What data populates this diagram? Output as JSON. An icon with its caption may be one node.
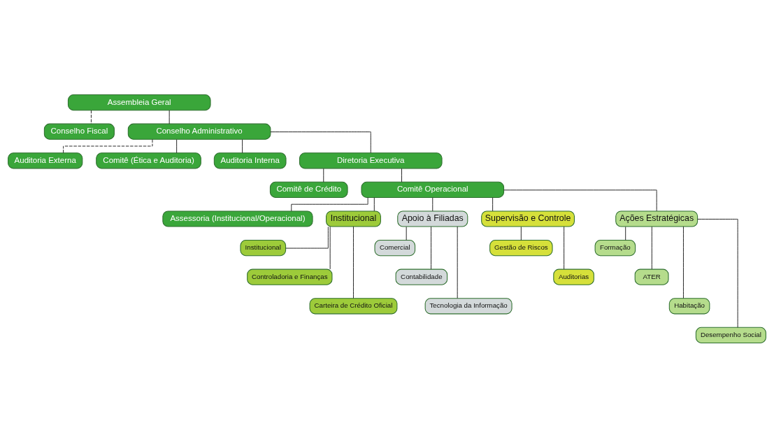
{
  "diagram": {
    "nodes": [
      {
        "text": [
          "Assembleia Geral"
        ]
      },
      {
        "text": [
          "Conselho Fiscal"
        ]
      },
      {
        "text": [
          "Conselho Administrativo"
        ]
      },
      {
        "text": [
          "Auditoria Externa"
        ]
      },
      {
        "text": [
          "Comitê (Ética e Auditoria)"
        ]
      },
      {
        "text": [
          "Auditoria Interna"
        ]
      },
      {
        "text": [
          "Diretoria Executiva"
        ]
      },
      {
        "text": [
          "Comitê de Crédito"
        ]
      },
      {
        "text": [
          "Comitê Operacional"
        ]
      },
      {
        "text": [
          "Assessoria (Institucional/Operacional)"
        ]
      },
      {
        "text": [
          "Institucional"
        ]
      },
      {
        "text": [
          "Apoio à Filiadas"
        ]
      },
      {
        "text": [
          "Supervisão e Controle"
        ]
      },
      {
        "text": [
          "Ações Estratégicas"
        ]
      },
      {
        "text": [
          "Institucional"
        ]
      },
      {
        "text": [
          "Controladoria e Finanças"
        ]
      },
      {
        "text": [
          "Carteira de Crédito Oficial"
        ]
      },
      {
        "text": [
          "Comercial"
        ]
      },
      {
        "text": [
          "Contabilidade"
        ]
      },
      {
        "text": [
          "Tecnologia da Informação"
        ]
      },
      {
        "text": [
          "Gestão de Riscos"
        ]
      },
      {
        "text": [
          "Auditorias"
        ]
      },
      {
        "text": [
          "Formação"
        ]
      },
      {
        "text": [
          "ATER"
        ]
      },
      {
        "text": [
          "Habitação"
        ]
      },
      {
        "text": [
          "Desempenho Social"
        ]
      }
    ],
    "edges": [
      {
        "from": 0,
        "to": 2,
        "arrow": "none"
      },
      {
        "from": 0,
        "to": 1,
        "arrow": "none",
        "style": "dashed"
      },
      {
        "from": 2,
        "to": 3,
        "arrow": "none",
        "style": "dashed"
      },
      {
        "from": 2,
        "to": 4,
        "arrow": "none"
      },
      {
        "from": 2,
        "to": 5,
        "arrow": "none"
      },
      {
        "from": 2,
        "to": 6,
        "arrow": "none"
      },
      {
        "from": 6,
        "to": 7,
        "arrow": "none"
      },
      {
        "from": 6,
        "to": 8,
        "arrow": "none"
      },
      {
        "from": 8,
        "to": 9,
        "arrow": "none"
      },
      {
        "from": 8,
        "to": 10,
        "arrow": "none"
      },
      {
        "from": 8,
        "to": 11,
        "arrow": "none"
      },
      {
        "from": 8,
        "to": 12,
        "arrow": "none"
      },
      {
        "from": 8,
        "to": 13,
        "arrow": "none"
      },
      {
        "from": 10,
        "to": 14,
        "arrow": "none"
      },
      {
        "from": 10,
        "to": 15,
        "arrow": "none"
      },
      {
        "from": 10,
        "to": 16,
        "arrow": "none"
      },
      {
        "from": 11,
        "to": 17,
        "arrow": "none"
      },
      {
        "from": 11,
        "to": 18,
        "arrow": "none"
      },
      {
        "from": 11,
        "to": 19,
        "arrow": "none"
      },
      {
        "from": 12,
        "to": 20,
        "arrow": "none"
      },
      {
        "from": 12,
        "to": 21,
        "arrow": "none"
      },
      {
        "from": 13,
        "to": 22,
        "arrow": "none"
      },
      {
        "from": 13,
        "to": 23,
        "arrow": "none"
      },
      {
        "from": 13,
        "to": 24,
        "arrow": "none"
      },
      {
        "from": 13,
        "to": 25,
        "arrow": "none"
      }
    ]
  }
}
